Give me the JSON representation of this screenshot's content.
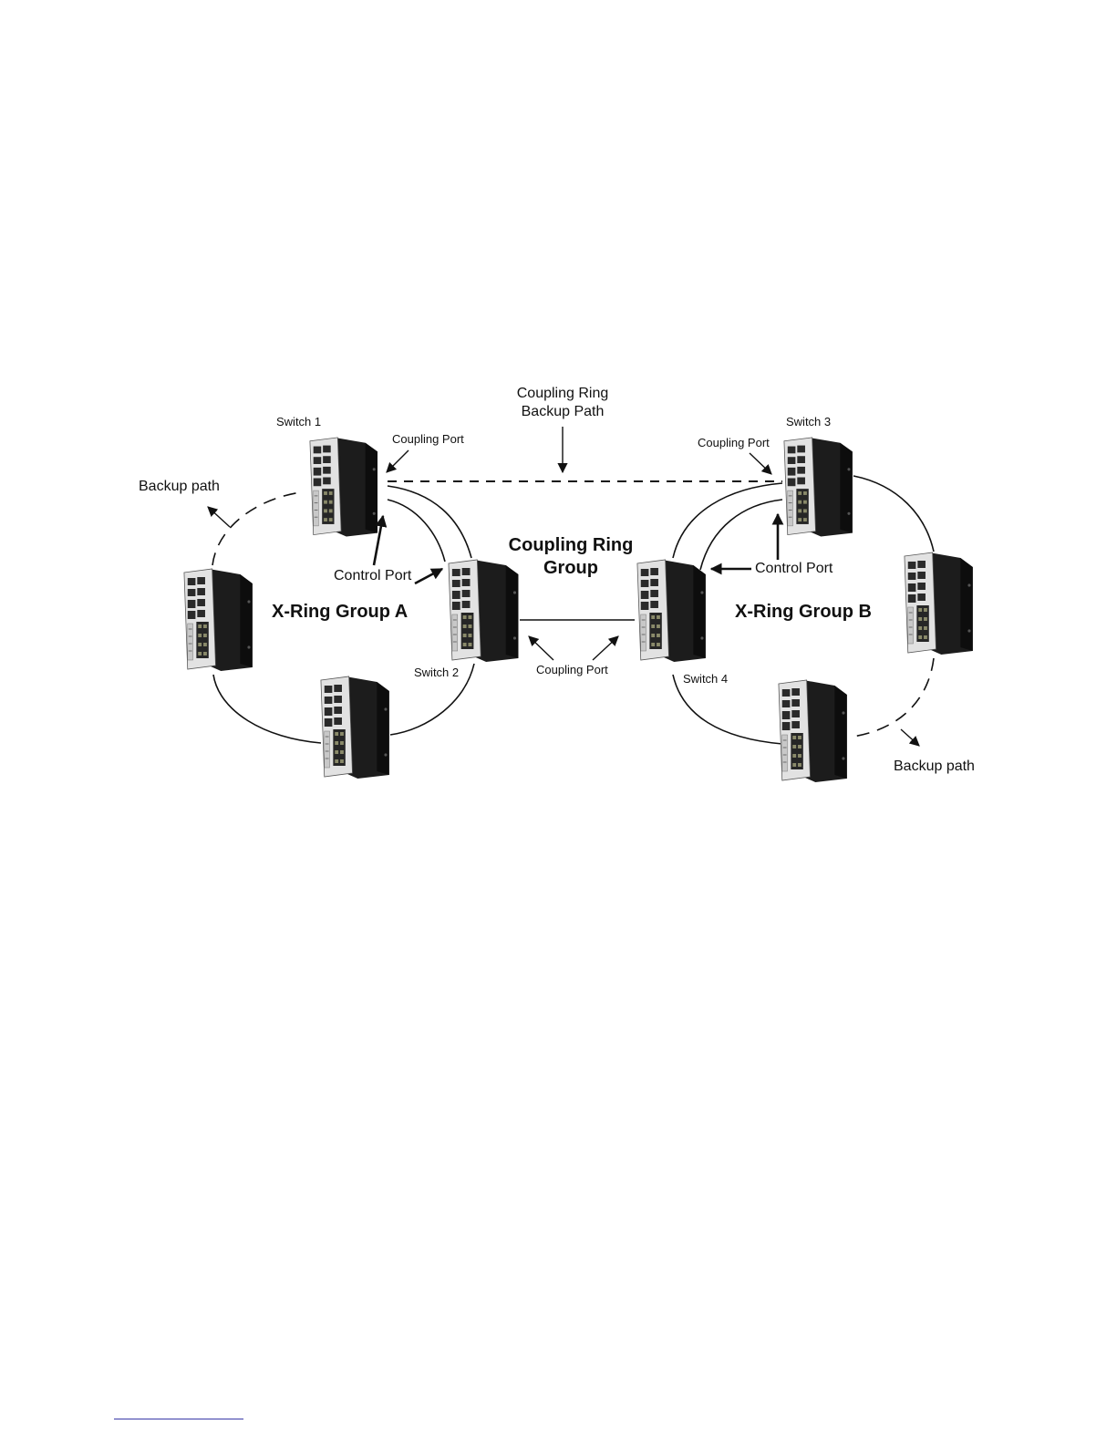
{
  "diagram": {
    "labels": {
      "coupling_ring_backup_line1": "Coupling Ring",
      "coupling_ring_backup_line2": "Backup Path",
      "switch1": "Switch 1",
      "switch2": "Switch 2",
      "switch3": "Switch 3",
      "switch4": "Switch 4",
      "coupling_port_s1": "Coupling Port",
      "coupling_port_s3": "Coupling Port",
      "coupling_port_mid": "Coupling Port",
      "control_port_a": "Control Port",
      "control_port_b": "Control Port",
      "backup_path_a": "Backup path",
      "backup_path_b": "Backup path",
      "coupling_group_line1": "Coupling Ring",
      "coupling_group_line2": "Group",
      "xring_a": "X-Ring Group A",
      "xring_b": "X-Ring Group B"
    },
    "colors": {
      "ink": "#111111",
      "switch_body": "#1a1a1a",
      "switch_face": "#e6e6e6"
    }
  }
}
